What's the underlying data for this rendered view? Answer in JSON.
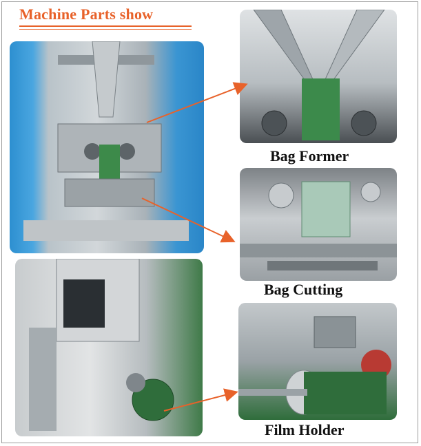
{
  "title": "Machine Parts show",
  "labels": {
    "bag_former": "Bag Former",
    "bag_cutting": "Bag Cutting",
    "film_holder": "Film Holder"
  },
  "colors": {
    "accent": "#e8622a",
    "label_text": "#111111"
  }
}
